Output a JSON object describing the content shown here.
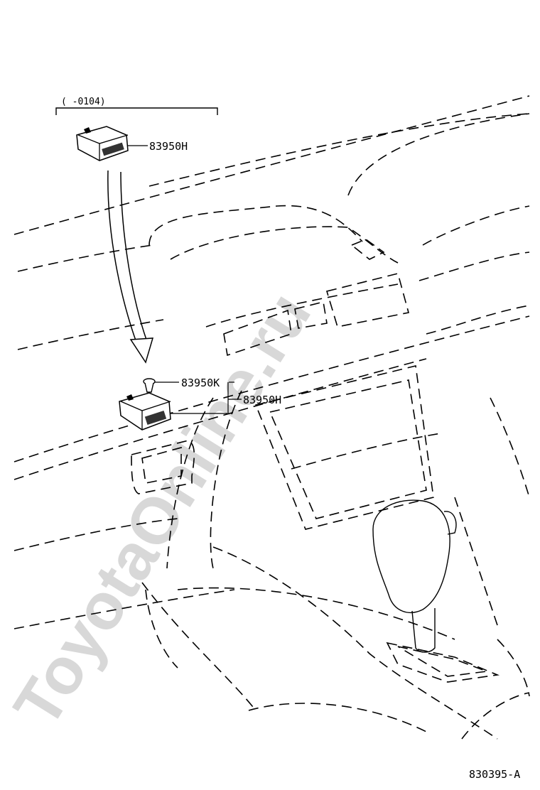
{
  "watermark": "ToyotaOnline.ru",
  "bracket_label": "(    -0104)",
  "callouts": {
    "top_part": "83950H",
    "clip": "83950K",
    "lower_part": "83950H"
  },
  "figure_id": "830395-A"
}
